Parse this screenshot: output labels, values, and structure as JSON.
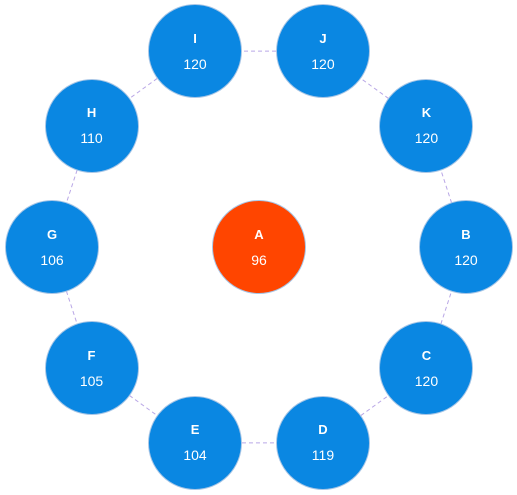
{
  "colors": {
    "center": "#ff4500",
    "outer": "#0a87e2",
    "link": "#b9a7e6"
  },
  "center": {
    "label": "A",
    "value": "96"
  },
  "nodes": [
    {
      "label": "B",
      "value": "120"
    },
    {
      "label": "C",
      "value": "120"
    },
    {
      "label": "D",
      "value": "119"
    },
    {
      "label": "E",
      "value": "104"
    },
    {
      "label": "F",
      "value": "105"
    },
    {
      "label": "G",
      "value": "106"
    },
    {
      "label": "H",
      "value": "110"
    },
    {
      "label": "I",
      "value": "120"
    },
    {
      "label": "J",
      "value": "120"
    },
    {
      "label": "K",
      "value": "120"
    }
  ]
}
